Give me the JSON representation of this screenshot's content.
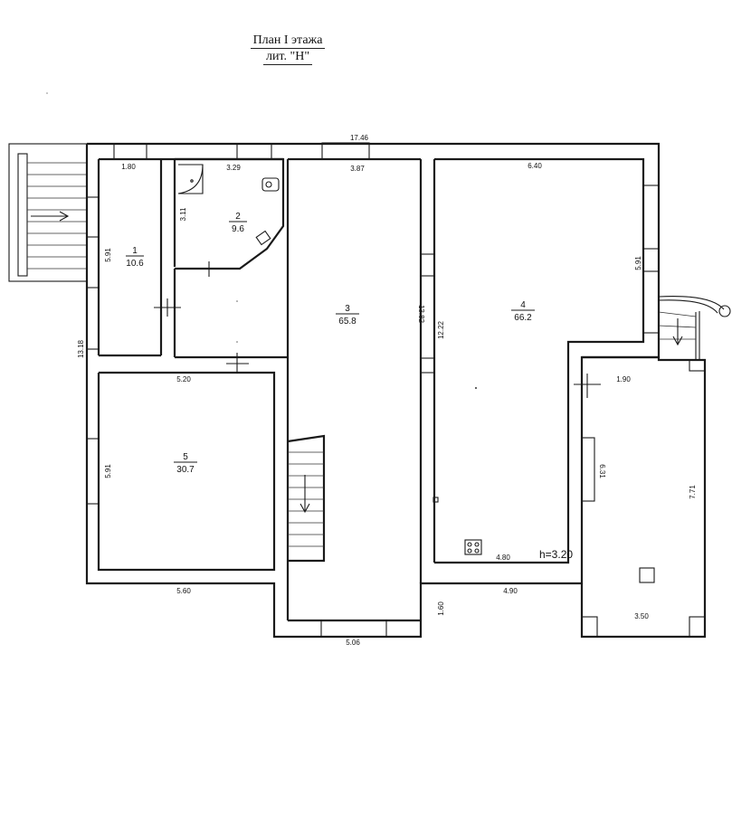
{
  "title": {
    "line1": "План  I этажа",
    "line2": "лит. \"Н\""
  },
  "rooms": [
    {
      "id": "room-1",
      "number": "1",
      "area": "10.6"
    },
    {
      "id": "room-2",
      "number": "2",
      "area": "9.6"
    },
    {
      "id": "room-3",
      "number": "3",
      "area": "65.8"
    },
    {
      "id": "room-4",
      "number": "4",
      "area": "66.2"
    },
    {
      "id": "room-5",
      "number": "5",
      "area": "30.7"
    }
  ],
  "dimensions": {
    "d_17_46": "17.46",
    "d_1_80": "1.80",
    "d_3_29": "3.29",
    "d_3_87": "3.87",
    "d_6_40": "6.40",
    "d_3_11": "3.11",
    "d_5_91_room1": "5.91",
    "d_5_91_room4": "5.91",
    "d_13_18": "13.18",
    "d_13_82": "13.82",
    "d_12_22": "12.22",
    "d_5_20": "5.20",
    "d_5_91_room5": "5.91",
    "d_5_60": "5.60",
    "d_5_06": "5.06",
    "d_1_60": "1.60",
    "d_4_90": "4.90",
    "d_4_80": "4.80",
    "d_1_90": "1.90",
    "d_6_31": "6.31",
    "d_7_71": "7.71",
    "d_3_50": "3.50"
  },
  "height_note": "h=3.20"
}
